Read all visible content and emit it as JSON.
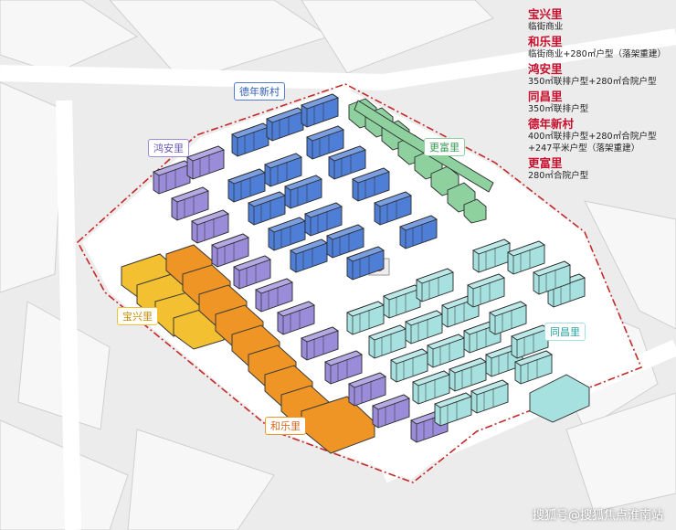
{
  "legend": [
    {
      "title": "宝兴里",
      "desc": "临街商业"
    },
    {
      "title": "和乐里",
      "desc": "临街商业+280㎡户型（落架重建）"
    },
    {
      "title": "鸿安里",
      "desc": "350㎡联排户型+280㎡合院户型"
    },
    {
      "title": "同昌里",
      "desc": "350㎡联排户型"
    },
    {
      "title": "德年新村",
      "desc": "400㎡联排户型+280㎡合院户型",
      "desc2": "+247平米户型（落架重建）"
    },
    {
      "title": "更富里",
      "desc": "280㎡合院户型"
    }
  ],
  "tags": {
    "denian": "德年新村",
    "hongan": "鸿安里",
    "gengfu": "更富里",
    "baoxing": "宝兴里",
    "tongchang": "同昌里",
    "hele": "和乐里"
  },
  "colors": {
    "baoxing": "#f3c032",
    "hele": "#ef9526",
    "hongan": "#9b8cd9",
    "tongchang": "#a6e1e0",
    "denian": "#4f7ed6",
    "gengfu": "#8ed19f",
    "boundary": "#c62828",
    "title_red": "#c8102e"
  },
  "watermark": "搜狐号@搜狐焦点淮南站"
}
